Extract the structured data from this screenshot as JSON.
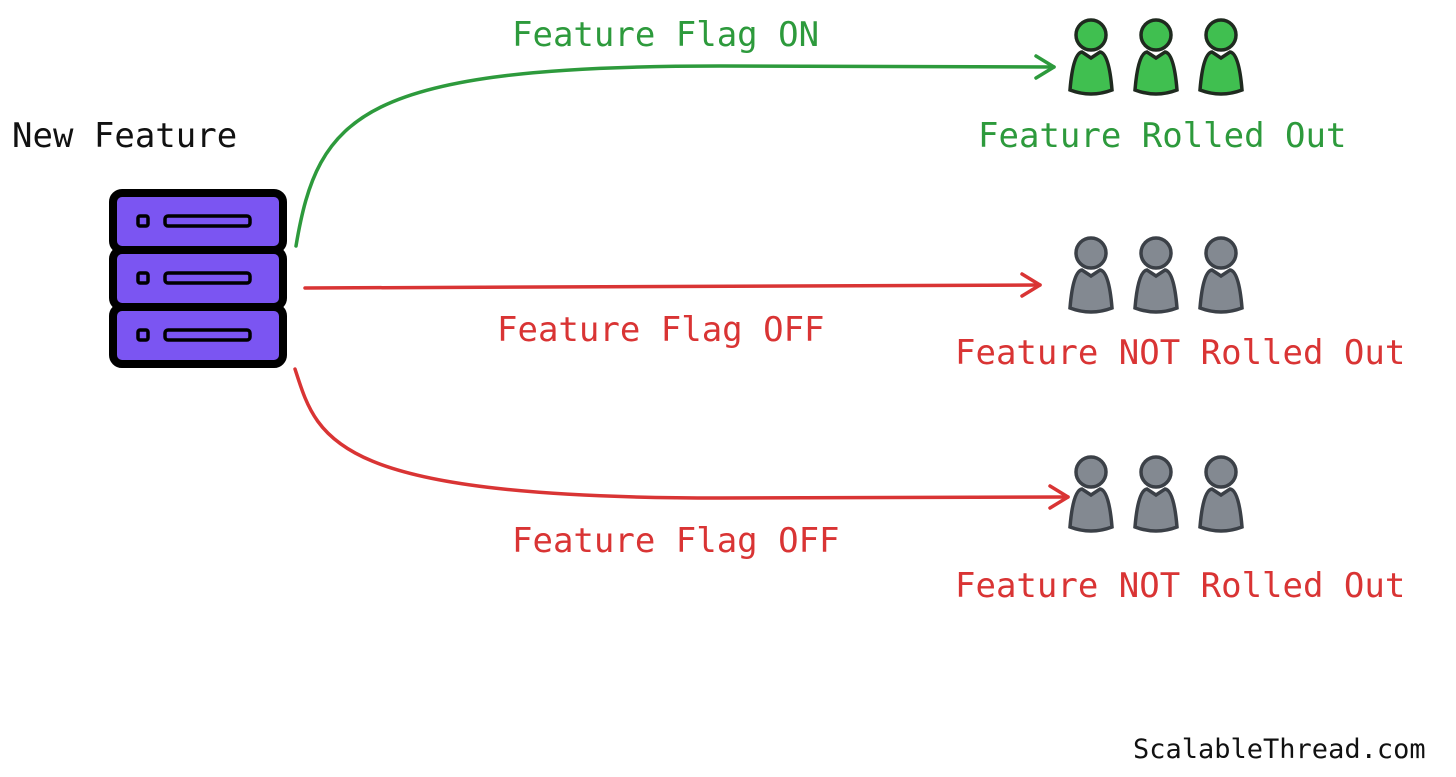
{
  "source": {
    "label": "New Feature"
  },
  "branches": [
    {
      "edge_label": "Feature Flag ON",
      "group_label": "Feature Rolled Out",
      "status": "on",
      "color": "#2d9a3c",
      "user_fill": "#40bf50"
    },
    {
      "edge_label": "Feature Flag OFF",
      "group_label": "Feature NOT Rolled Out",
      "status": "off",
      "color": "#d93434",
      "user_fill": "#838991"
    },
    {
      "edge_label": "Feature Flag OFF",
      "group_label": "Feature NOT Rolled Out",
      "status": "off",
      "color": "#d93434",
      "user_fill": "#838991"
    }
  ],
  "colors": {
    "server_fill": "#7b55f2",
    "server_outline": "#000000",
    "user_outline": "#1f2a1f",
    "user_outline_off": "#3b4047"
  },
  "icons": {
    "server": "server-stack-icon",
    "user": "user-icon"
  },
  "footer": {
    "credit": "ScalableThread.com"
  }
}
